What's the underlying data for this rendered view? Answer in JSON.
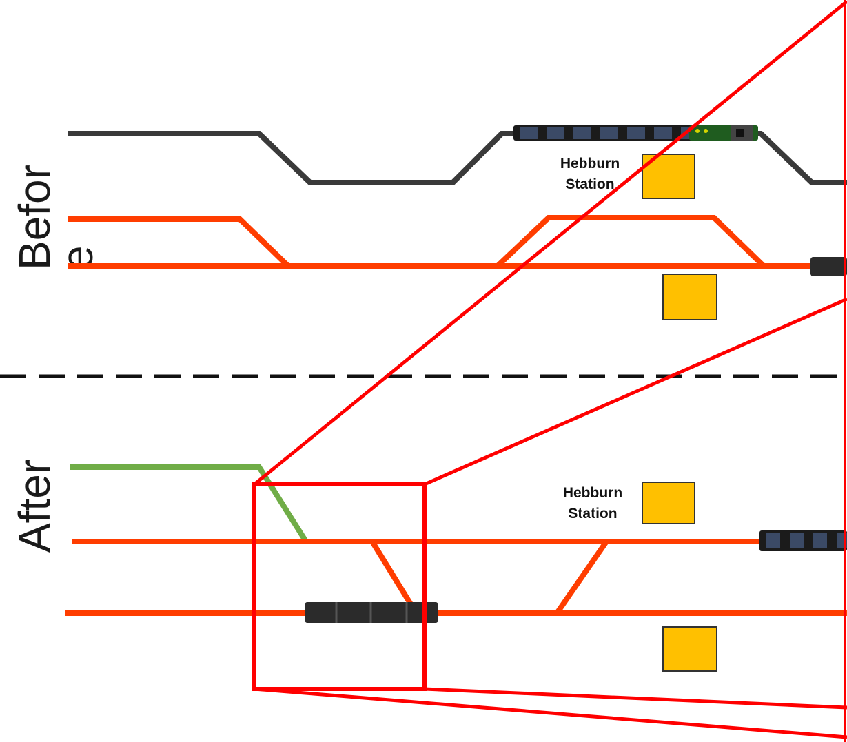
{
  "sections": {
    "before_label_line1": "Befor",
    "before_label_line2": "e",
    "after_label": "After"
  },
  "stations": {
    "before": {
      "line1": "Hebburn",
      "line2": "Station"
    },
    "after": {
      "line1": "Hebburn",
      "line2": "Station"
    }
  },
  "colors": {
    "track_existing": "#3a3a3a",
    "track_orange": "#ff3d00",
    "track_new": "#70ad47",
    "platform": "#ffc000",
    "zoom_outline": "#ff0000",
    "divider": "#111111",
    "train_body": "#2b2b2b",
    "train_window": "#3b4a66",
    "loco_green": "#1f5c1f"
  },
  "icons": {
    "train": "train-icon",
    "locomotive": "locomotive-icon"
  }
}
